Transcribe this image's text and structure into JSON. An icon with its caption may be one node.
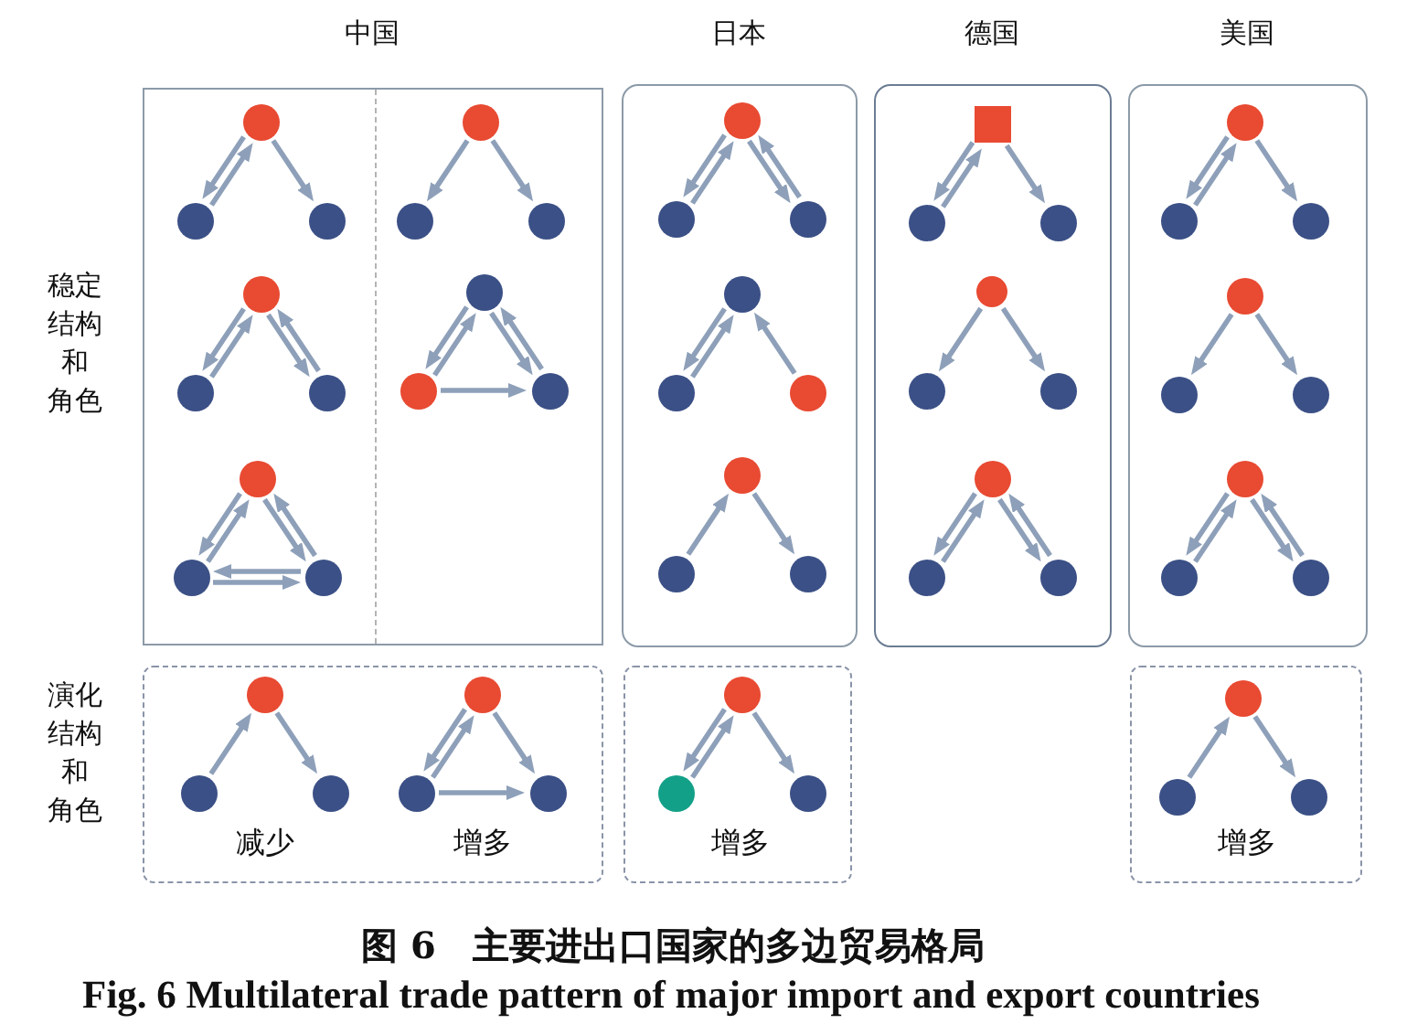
{
  "diagram": {
    "caption": "图 6　主要进出口国家的多边贸易格局",
    "nodes": [
      {
        "text": [
          "中国"
        ]
      },
      {
        "text": [],
        "shape": "circle",
        "in": 0
      },
      {
        "text": [],
        "shape": "circle",
        "in": 0
      },
      {
        "text": [],
        "shape": "circle",
        "in": 0
      },
      {
        "text": [],
        "shape": "circle",
        "in": 0
      },
      {
        "text": [],
        "shape": "circle",
        "in": 0
      },
      {
        "text": [],
        "shape": "circle",
        "in": 0
      },
      {
        "text": [],
        "shape": "circle",
        "in": 0
      },
      {
        "text": [],
        "shape": "circle",
        "in": 0
      },
      {
        "text": [],
        "shape": "circle",
        "in": 0
      },
      {
        "text": [],
        "shape": "circle",
        "in": 0
      },
      {
        "text": [],
        "shape": "circle",
        "in": 0
      },
      {
        "text": [],
        "shape": "circle",
        "in": 0
      },
      {
        "text": [],
        "shape": "circle",
        "in": 0
      },
      {
        "text": [],
        "shape": "circle",
        "in": 0
      },
      {
        "text": [],
        "shape": "circle",
        "in": 0
      },
      {
        "text": [
          "日本"
        ]
      },
      {
        "text": [],
        "shape": "circle",
        "in": 16
      },
      {
        "text": [],
        "shape": "circle",
        "in": 16
      },
      {
        "text": [],
        "shape": "circle",
        "in": 16
      },
      {
        "text": [],
        "shape": "circle",
        "in": 16
      },
      {
        "text": [],
        "shape": "circle",
        "in": 16
      },
      {
        "text": [],
        "shape": "circle",
        "in": 16
      },
      {
        "text": [],
        "shape": "circle",
        "in": 16
      },
      {
        "text": [],
        "shape": "circle",
        "in": 16
      },
      {
        "text": [],
        "shape": "circle",
        "in": 16
      },
      {
        "text": [
          "德国"
        ]
      },
      {
        "text": [],
        "shape": "box",
        "in": 26
      },
      {
        "text": [],
        "shape": "circle",
        "in": 26
      },
      {
        "text": [],
        "shape": "circle",
        "in": 26
      },
      {
        "text": [],
        "shape": "circle",
        "in": 26
      },
      {
        "text": [],
        "shape": "circle",
        "in": 26
      },
      {
        "text": [],
        "shape": "circle",
        "in": 26
      },
      {
        "text": [],
        "shape": "circle",
        "in": 26
      },
      {
        "text": [],
        "shape": "circle",
        "in": 26
      },
      {
        "text": [],
        "shape": "circle",
        "in": 26
      },
      {
        "text": [
          "美国"
        ]
      },
      {
        "text": [],
        "shape": "circle",
        "in": 36
      },
      {
        "text": [],
        "shape": "circle",
        "in": 36
      },
      {
        "text": [],
        "shape": "circle",
        "in": 36
      },
      {
        "text": [],
        "shape": "circle",
        "in": 36
      },
      {
        "text": [],
        "shape": "circle",
        "in": 36
      },
      {
        "text": [],
        "shape": "circle",
        "in": 36
      },
      {
        "text": [],
        "shape": "circle",
        "in": 36
      },
      {
        "text": [],
        "shape": "circle",
        "in": 36
      },
      {
        "text": [],
        "shape": "circle",
        "in": 36
      },
      {
        "text": [
          "减少",
          "增多"
        ]
      },
      {
        "text": [],
        "shape": "circle",
        "in": 46
      },
      {
        "text": [],
        "shape": "circle",
        "in": 46
      },
      {
        "text": [],
        "shape": "circle",
        "in": 46
      },
      {
        "text": [],
        "shape": "circle",
        "in": 46
      },
      {
        "text": [],
        "shape": "circle",
        "in": 46
      },
      {
        "text": [],
        "shape": "circle",
        "in": 46
      },
      {
        "text": [
          "增多"
        ]
      },
      {
        "text": [],
        "shape": "circle",
        "in": 53
      },
      {
        "text": [],
        "shape": "circle",
        "in": 53
      },
      {
        "text": [],
        "shape": "circle",
        "in": 53
      },
      {
        "text": [
          "增多"
        ]
      },
      {
        "text": [],
        "shape": "circle",
        "in": 57
      },
      {
        "text": [],
        "shape": "circle",
        "in": 57
      },
      {
        "text": [],
        "shape": "circle",
        "in": 57
      }
    ],
    "edges": [
      {
        "from": 1,
        "to": 2,
        "arrow": "to"
      },
      {
        "from": 2,
        "to": 1,
        "arrow": "to"
      },
      {
        "from": 1,
        "to": 3,
        "arrow": "to"
      },
      {
        "from": 4,
        "to": 5,
        "arrow": "to"
      },
      {
        "from": 4,
        "to": 6,
        "arrow": "to"
      },
      {
        "from": 7,
        "to": 8,
        "arrow": "to"
      },
      {
        "from": 8,
        "to": 7,
        "arrow": "to"
      },
      {
        "from": 7,
        "to": 9,
        "arrow": "to"
      },
      {
        "from": 9,
        "to": 7,
        "arrow": "to"
      },
      {
        "from": 10,
        "to": 11,
        "arrow": "to"
      },
      {
        "from": 11,
        "to": 10,
        "arrow": "to"
      },
      {
        "from": 10,
        "to": 12,
        "arrow": "to"
      },
      {
        "from": 12,
        "to": 10,
        "arrow": "to"
      },
      {
        "from": 11,
        "to": 12,
        "arrow": "to"
      },
      {
        "from": 13,
        "to": 14,
        "arrow": "to"
      },
      {
        "from": 14,
        "to": 13,
        "arrow": "to"
      },
      {
        "from": 13,
        "to": 15,
        "arrow": "to"
      },
      {
        "from": 15,
        "to": 13,
        "arrow": "to"
      },
      {
        "from": 14,
        "to": 15,
        "arrow": "to"
      },
      {
        "from": 15,
        "to": 14,
        "arrow": "to"
      },
      {
        "from": 17,
        "to": 18,
        "arrow": "to"
      },
      {
        "from": 18,
        "to": 17,
        "arrow": "to"
      },
      {
        "from": 17,
        "to": 19,
        "arrow": "to"
      },
      {
        "from": 19,
        "to": 17,
        "arrow": "to"
      },
      {
        "from": 20,
        "to": 21,
        "arrow": "to"
      },
      {
        "from": 21,
        "to": 20,
        "arrow": "to"
      },
      {
        "from": 22,
        "to": 20,
        "arrow": "to"
      },
      {
        "from": 24,
        "to": 23,
        "arrow": "to"
      },
      {
        "from": 23,
        "to": 25,
        "arrow": "to"
      },
      {
        "from": 27,
        "to": 28,
        "arrow": "to"
      },
      {
        "from": 28,
        "to": 27,
        "arrow": "to"
      },
      {
        "from": 27,
        "to": 29,
        "arrow": "to"
      },
      {
        "from": 30,
        "to": 31,
        "arrow": "to"
      },
      {
        "from": 30,
        "to": 32,
        "arrow": "to"
      },
      {
        "from": 33,
        "to": 34,
        "arrow": "to"
      },
      {
        "from": 34,
        "to": 33,
        "arrow": "to"
      },
      {
        "from": 33,
        "to": 35,
        "arrow": "to"
      },
      {
        "from": 35,
        "to": 33,
        "arrow": "to"
      },
      {
        "from": 37,
        "to": 38,
        "arrow": "to"
      },
      {
        "from": 38,
        "to": 37,
        "arrow": "to"
      },
      {
        "from": 37,
        "to": 39,
        "arrow": "to"
      },
      {
        "from": 40,
        "to": 41,
        "arrow": "to"
      },
      {
        "from": 40,
        "to": 42,
        "arrow": "to"
      },
      {
        "from": 43,
        "to": 44,
        "arrow": "to"
      },
      {
        "from": 44,
        "to": 43,
        "arrow": "to"
      },
      {
        "from": 43,
        "to": 45,
        "arrow": "to"
      },
      {
        "from": 45,
        "to": 43,
        "arrow": "to"
      },
      {
        "from": 48,
        "to": 47,
        "arrow": "to"
      },
      {
        "from": 47,
        "to": 49,
        "arrow": "to"
      },
      {
        "from": 50,
        "to": 51,
        "arrow": "to"
      },
      {
        "from": 51,
        "to": 50,
        "arrow": "to"
      },
      {
        "from": 50,
        "to": 52,
        "arrow": "to"
      },
      {
        "from": 51,
        "to": 52,
        "arrow": "to"
      },
      {
        "from": 54,
        "to": 55,
        "arrow": "to"
      },
      {
        "from": 55,
        "to": 54,
        "arrow": "to"
      },
      {
        "from": 54,
        "to": 56,
        "arrow": "to"
      },
      {
        "from": 59,
        "to": 58,
        "arrow": "to"
      },
      {
        "from": 58,
        "to": 60,
        "arrow": "to"
      }
    ],
    "labels": [
      "稳定结构和角色",
      "演化结构和角色",
      "Fig. 6 Multilateral trade pattern of major import and export countries"
    ]
  }
}
